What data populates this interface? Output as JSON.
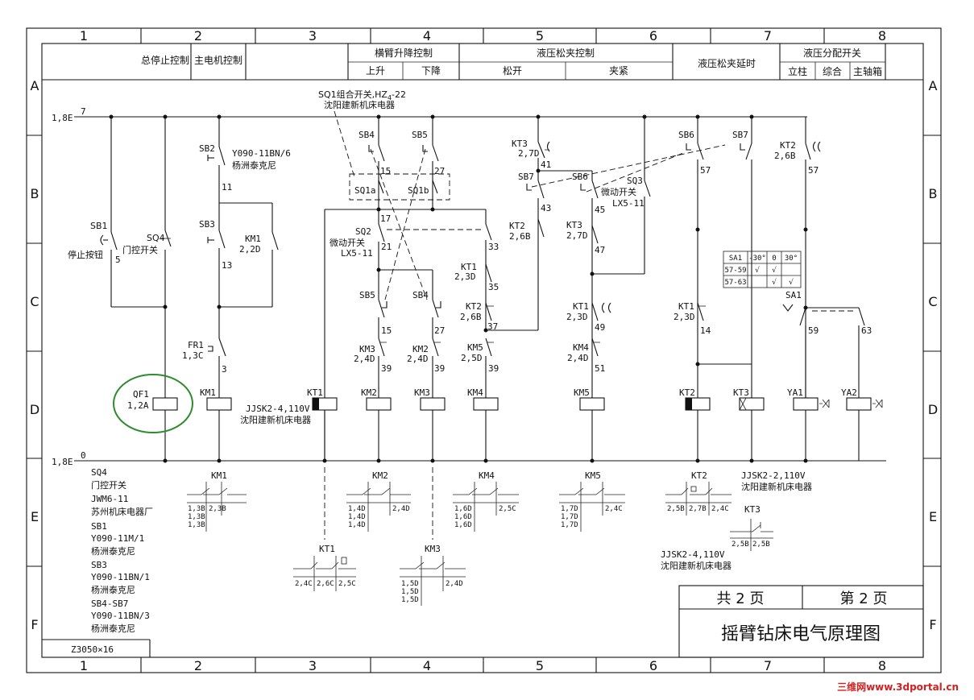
{
  "grid": {
    "columns": [
      "1",
      "2",
      "3",
      "4",
      "5",
      "6",
      "7",
      "8"
    ],
    "rows": [
      "A",
      "B",
      "C",
      "D",
      "E",
      "F"
    ]
  },
  "header": {
    "c1": "总停止控制",
    "c2": "主电机控制",
    "c3": "横臂升降控制",
    "c3a": "上升",
    "c3b": "下降",
    "c4": "液压松夹控制",
    "c4a": "松开",
    "c4b": "夹紧",
    "c5": "液压松夹延时",
    "c6": "液压分配开关",
    "c6a": "立柱",
    "c6b": "综合",
    "c6c": "主轴箱"
  },
  "bus": {
    "top_ref": "1,8E",
    "top_wire": "7",
    "bottom_ref": "1,8E",
    "bottom_wire": "0"
  },
  "labels": {
    "sq1_title": "SQ1组合开关,HZ",
    "sq1_sub": "4",
    "sq1_tail": "-22",
    "sq1_maker": "沈阳建新机床电器",
    "sb2": "SB2",
    "sb2_model": "Y090-11BN/6",
    "sb2_maker": "杨洲泰克尼",
    "w11": "11",
    "sb1": "SB1",
    "sb1_desc": "停止按钮",
    "w5": "5",
    "sq4": "SQ4",
    "sq4_desc": "门控开关",
    "sb3": "SB3",
    "km1_contact": "KM1",
    "km1_ref": "2,2D",
    "w13": "13",
    "fr1": "FR1",
    "fr1_ref": "1,3C",
    "w3": "3",
    "qf1": "QF1",
    "qf1_ref": "1,2A",
    "km1_coil": "KM1",
    "sb4": "SB4",
    "sb5": "SB5",
    "w15": "15",
    "w27": "27",
    "sq1a": "SQ1a",
    "sq1b": "SQ1b",
    "w17": "17",
    "sq2": "SQ2",
    "sq2_desc": "微动开关",
    "sq2_model": "LX5-11",
    "w21": "21",
    "w33": "33",
    "sb5b": "SB5",
    "sb4b": "SB4",
    "w15b": "15",
    "w27b": "27",
    "km3c": "KM3",
    "km3c_ref": "2,4D",
    "km2c": "KM2",
    "km2c_ref": "2,4D",
    "w39a": "39",
    "w39b": "39",
    "kt1_coil": "KT1",
    "kt1_model": "JJSK2-4,110V",
    "kt1_maker": "沈阳建新机床电器",
    "km2_coil": "KM2",
    "km3_coil": "KM3",
    "kt1c": "KT1",
    "kt1c_ref": "2,3D",
    "w35": "35",
    "kt2c": "KT2",
    "kt2c_ref": "2,6B",
    "w37": "37",
    "km5c": "KM5",
    "km5c_ref": "2,5D",
    "w39c": "39",
    "km4_coil": "KM4",
    "kt3c": "KT3",
    "kt3c_ref": "2,7D",
    "w41": "41",
    "sb7": "SB7",
    "w43": "43",
    "kt2c2": "KT2",
    "kt2c2_ref": "2,6B",
    "sb6": "SB6",
    "w45": "45",
    "sq3": "SQ3",
    "sq3_desc": "微动开关",
    "sq3_model": "LX5-11",
    "kt3c2": "KT3",
    "kt3c2_ref": "2,7D",
    "w47": "47",
    "kt1c2": "KT1",
    "kt1c2_ref": "2,3D",
    "w49": "49",
    "km4c": "KM4",
    "km4c_ref": "2,4D",
    "w51": "51",
    "km5_coil": "KM5",
    "sb6b": "SB6",
    "sb7b": "SB7",
    "w57a": "57",
    "kt2c3": "KT2",
    "kt2c3_ref": "2,6B",
    "w57b": "57",
    "kt1c3": "KT1",
    "kt1c3_ref": "2,3D",
    "w14": "14",
    "sa1": "SA1",
    "w59": "59",
    "w63": "63",
    "kt2_coil": "KT2",
    "kt3_coil": "KT3",
    "ya1": "YA1",
    "ya2": "YA2",
    "kt2_model": "JJSK2-2,110V",
    "kt2_maker": "沈阳建新机床电器"
  },
  "sa1_table": {
    "h0": "SA1",
    "h1": "-30°",
    "h2": "0",
    "h3": "30°",
    "r1": "57-59",
    "r1c1": "√",
    "r1c2": "√",
    "r1c3": "",
    "r2": "57-63",
    "r2c1": "",
    "r2c2": "√",
    "r2c3": "√"
  },
  "notes": {
    "n1": "SQ4",
    "n2": "门控开关",
    "n3": "JWM6-11",
    "n4": "苏州机床电器厂",
    "n5": "SB1",
    "n6": "Y090-11M/1",
    "n7": "杨洲泰克尼",
    "n8": "SB3",
    "n9": "Y090-11BN/1",
    "n10": "杨洲泰克尼",
    "n11": "SB4-SB7",
    "n12": "Y090-11BN/3",
    "n13": "杨洲泰克尼",
    "model": "Z3050×16"
  },
  "xref": {
    "km1": "KM1",
    "km1_a": "1,3B",
    "km1_b": "1,3B",
    "km1_c": "1,3B",
    "km1_d": "2,3B",
    "km2": "KM2",
    "km2_a": "1,4D",
    "km2_b": "1,4D",
    "km2_c": "1,4D",
    "km2_d": "2,4D",
    "km4": "KM4",
    "km4_a": "1,6D",
    "km4_b": "1,6D",
    "km4_c": "1,6D",
    "km4_d": "2,5C",
    "km5": "KM5",
    "km5_a": "1,7D",
    "km5_b": "1,7D",
    "km5_c": "1,7D",
    "km5_d": "2,4C",
    "kt2": "KT2",
    "kt2_a": "2,5B",
    "kt2_b": "2,7B",
    "kt2_c": "2,4C",
    "kt3": "KT3",
    "kt3_a": "2,5B",
    "kt3_b": "2,5B",
    "kt3_model": "JJSK2-4,110V",
    "kt3_maker": "沈阳建新机床电器",
    "kt1": "KT1",
    "kt1_a": "2,4C",
    "kt1_b": "2,6C",
    "kt1_c": "2,5C",
    "km3": "KM3",
    "km3_a": "1,5D",
    "km3_b": "1,5D",
    "km3_c": "1,5D",
    "km3_d": "2,4D"
  },
  "title_block": {
    "total": "共 2 页",
    "page": "第 2 页",
    "title": "摇臂钻床电气原理图"
  },
  "watermark": "三维网www.3dportal.cn",
  "colors": {
    "line": "#111111",
    "highlight": "#2e8b2e",
    "watermark": "#d42020"
  }
}
